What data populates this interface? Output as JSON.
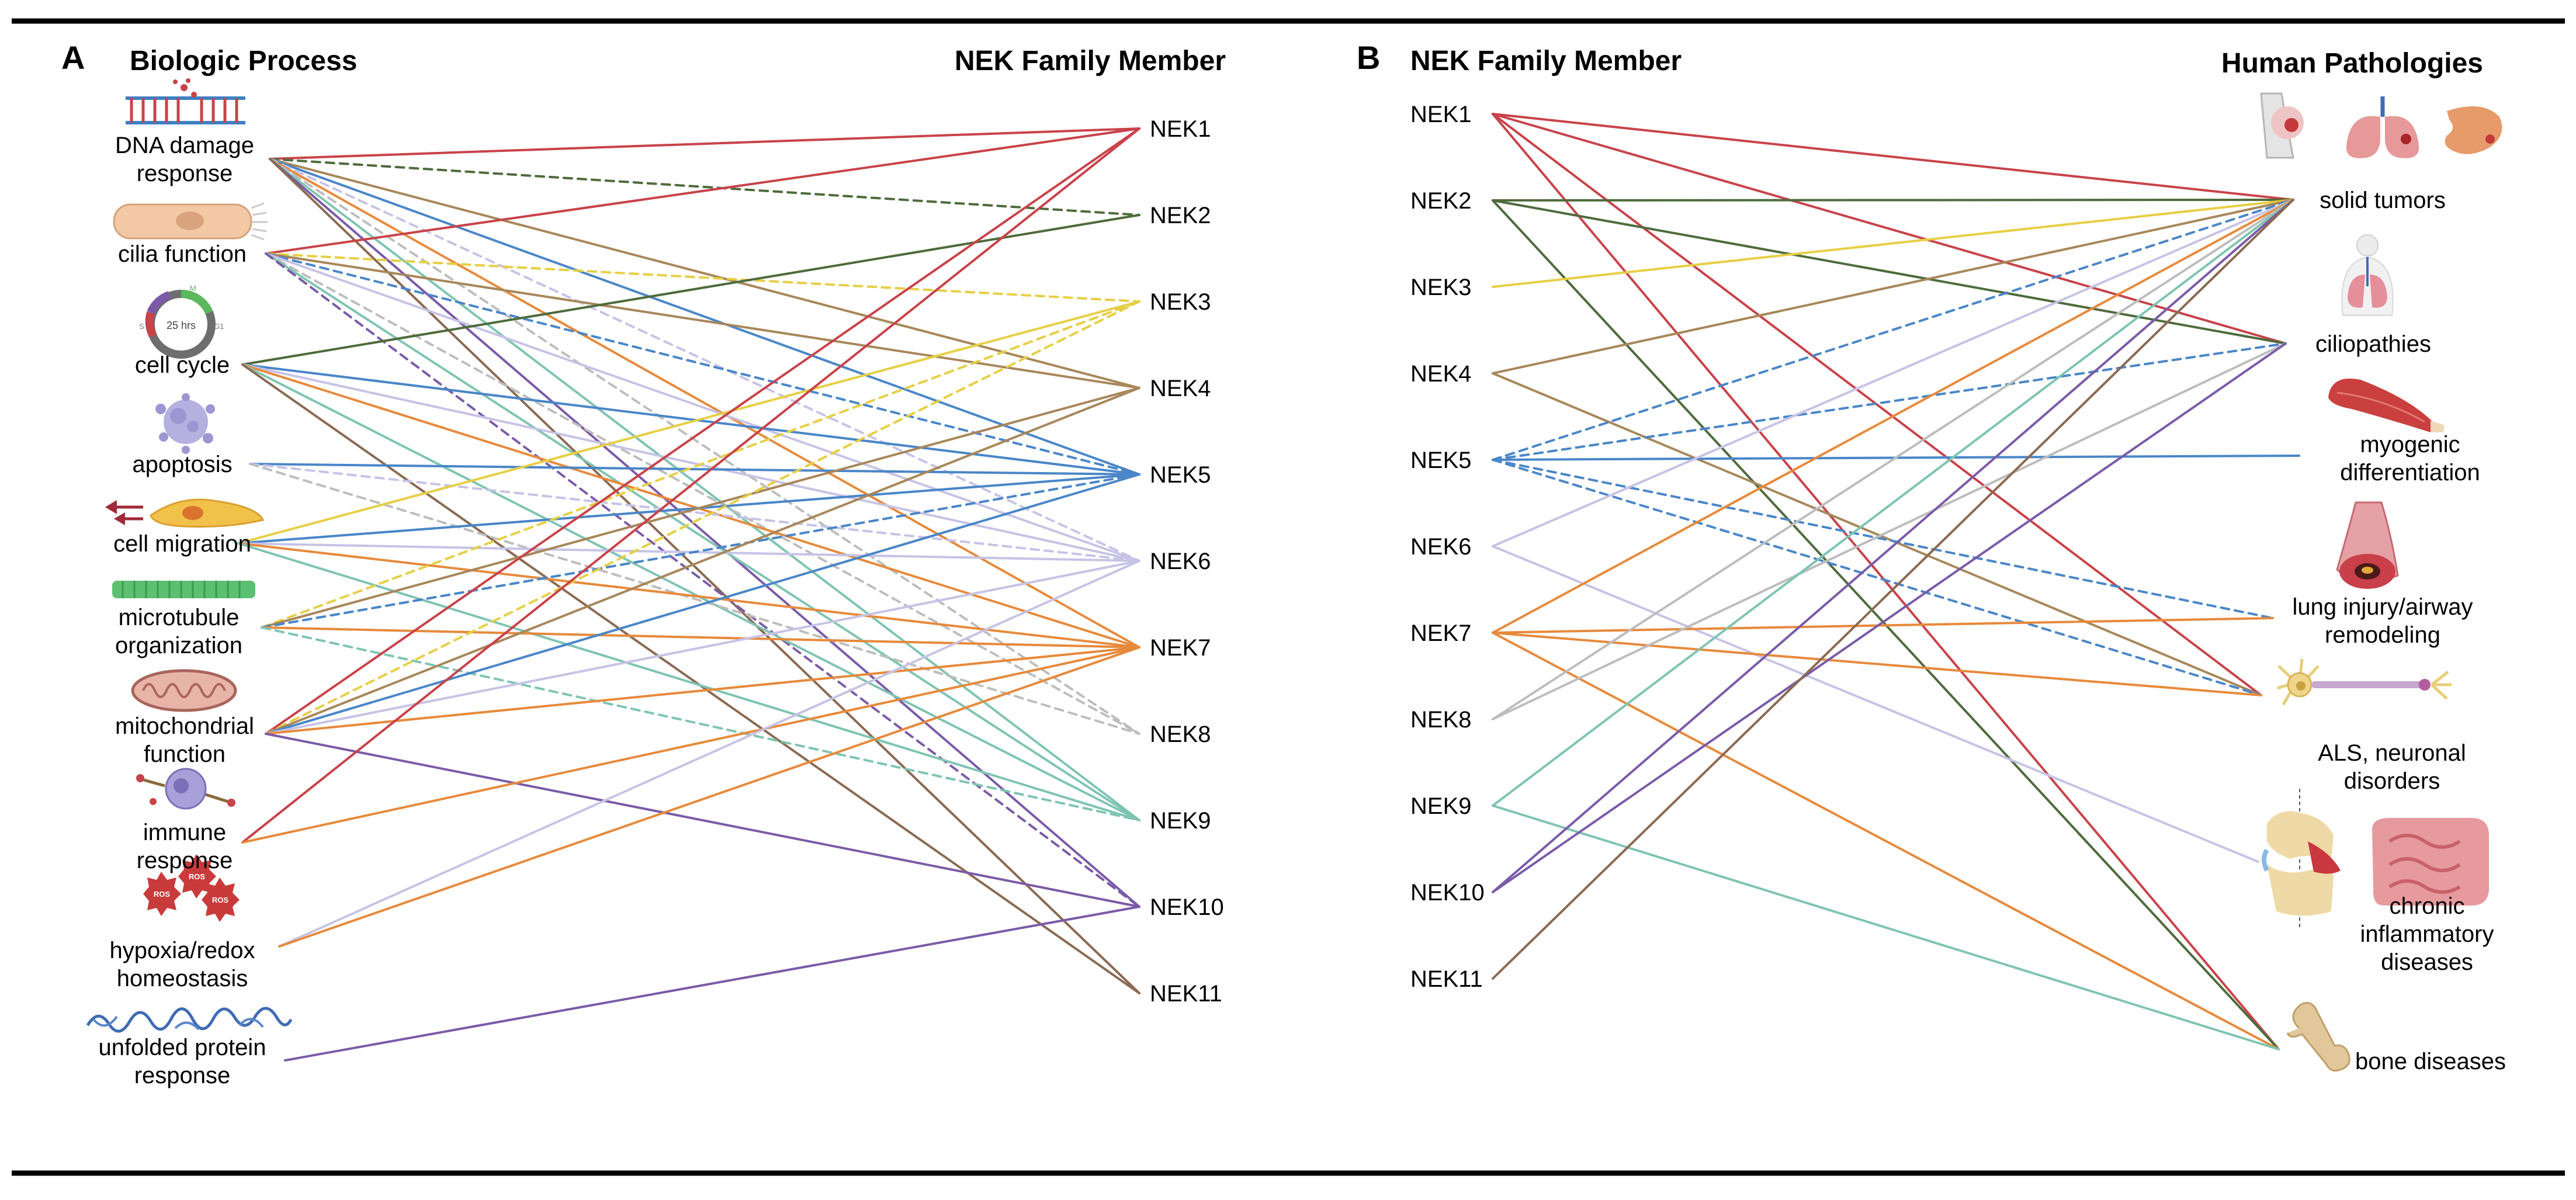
{
  "panels": {
    "a": {
      "letter": "A",
      "left_header": "Biologic Process",
      "right_header": "NEK Family Member",
      "processes": [
        {
          "id": "dna",
          "lines": [
            "DNA damage",
            "response"
          ],
          "icon": "dna-icon"
        },
        {
          "id": "cilia",
          "lines": [
            "cilia function"
          ],
          "icon": "ciliated-cell-icon"
        },
        {
          "id": "cycle",
          "lines": [
            "cell cycle"
          ],
          "icon": "cell-cycle-icon",
          "icon_text": "25 hrs",
          "phase_labels": [
            "M",
            "G1",
            "S"
          ]
        },
        {
          "id": "apop",
          "lines": [
            "apoptosis"
          ],
          "icon": "apoptotic-cell-icon"
        },
        {
          "id": "migr",
          "lines": [
            "cell migration"
          ],
          "icon": "migrating-cell-icon"
        },
        {
          "id": "micro",
          "lines": [
            "microtubule",
            "organization"
          ],
          "icon": "microtubule-icon"
        },
        {
          "id": "mito",
          "lines": [
            "mitochondrial",
            "function"
          ],
          "icon": "mitochondrion-icon"
        },
        {
          "id": "immune",
          "lines": [
            "immune",
            "response"
          ],
          "icon": "immune-cell-icon"
        },
        {
          "id": "hypoxia",
          "lines": [
            "hypoxia/redox",
            "homeostasis"
          ],
          "icon": "ros-icon",
          "icon_text": "ROS"
        },
        {
          "id": "upr",
          "lines": [
            "unfolded protein",
            "response"
          ],
          "icon": "unfolded-protein-icon"
        }
      ],
      "neks": [
        "NEK1",
        "NEK2",
        "NEK3",
        "NEK4",
        "NEK5",
        "NEK6",
        "NEK7",
        "NEK8",
        "NEK9",
        "NEK10",
        "NEK11"
      ]
    },
    "b": {
      "letter": "B",
      "left_header": "NEK Family Member",
      "right_header": "Human Pathologies",
      "neks": [
        "NEK1",
        "NEK2",
        "NEK3",
        "NEK4",
        "NEK5",
        "NEK6",
        "NEK7",
        "NEK8",
        "NEK9",
        "NEK10",
        "NEK11"
      ],
      "pathologies": [
        {
          "id": "solid",
          "lines": [
            "solid tumors"
          ],
          "icon": "breast-lung-stomach-icon"
        },
        {
          "id": "cilio",
          "lines": [
            "ciliopathies"
          ],
          "icon": "respiratory-system-icon"
        },
        {
          "id": "myo",
          "lines": [
            "myogenic",
            "differentiation"
          ],
          "icon": "muscle-icon"
        },
        {
          "id": "lung",
          "lines": [
            "lung injury/airway",
            "remodeling"
          ],
          "icon": "airway-icon"
        },
        {
          "id": "als",
          "lines": [
            "ALS, neuronal",
            "disorders"
          ],
          "icon": "neuron-icon"
        },
        {
          "id": "chronic",
          "lines": [
            "chronic",
            "inflammatory",
            "diseases"
          ],
          "icon": "joint-intestine-icon"
        },
        {
          "id": "bone",
          "lines": [
            "bone diseases"
          ],
          "icon": "bone-icon"
        }
      ]
    }
  },
  "nek_colors": {
    "NEK1": "#c8434a",
    "NEK2": "#4e6b3c",
    "NEK3": "#e6cf45",
    "NEK4": "#a8875a",
    "NEK5": "#4a86c8",
    "NEK6": "#c7c3e6",
    "NEK7": "#e68a3c",
    "NEK8": "#bdbdbd",
    "NEK9": "#7fc4b3",
    "NEK10": "#7b5ba8",
    "NEK11": "#8a6a52"
  },
  "connections_a": [
    {
      "from": "dna",
      "to": "NEK1",
      "dashed": false
    },
    {
      "from": "dna",
      "to": "NEK2",
      "dashed": true
    },
    {
      "from": "dna",
      "to": "NEK4",
      "dashed": false
    },
    {
      "from": "dna",
      "to": "NEK5",
      "dashed": false
    },
    {
      "from": "dna",
      "to": "NEK6",
      "dashed": true
    },
    {
      "from": "dna",
      "to": "NEK7",
      "dashed": false
    },
    {
      "from": "dna",
      "to": "NEK8",
      "dashed": true
    },
    {
      "from": "dna",
      "to": "NEK9",
      "dashed": false
    },
    {
      "from": "dna",
      "to": "NEK10",
      "dashed": false
    },
    {
      "from": "dna",
      "to": "NEK11",
      "dashed": false
    },
    {
      "from": "cilia",
      "to": "NEK1",
      "dashed": false
    },
    {
      "from": "cilia",
      "to": "NEK3",
      "dashed": true
    },
    {
      "from": "cilia",
      "to": "NEK4",
      "dashed": false
    },
    {
      "from": "cilia",
      "to": "NEK5",
      "dashed": true
    },
    {
      "from": "cilia",
      "to": "NEK6",
      "dashed": false
    },
    {
      "from": "cilia",
      "to": "NEK8",
      "dashed": true
    },
    {
      "from": "cilia",
      "to": "NEK9",
      "dashed": false
    },
    {
      "from": "cilia",
      "to": "NEK10",
      "dashed": true
    },
    {
      "from": "cycle",
      "to": "NEK2",
      "dashed": false
    },
    {
      "from": "cycle",
      "to": "NEK5",
      "dashed": false
    },
    {
      "from": "cycle",
      "to": "NEK6",
      "dashed": false
    },
    {
      "from": "cycle",
      "to": "NEK7",
      "dashed": false
    },
    {
      "from": "cycle",
      "to": "NEK9",
      "dashed": false
    },
    {
      "from": "cycle",
      "to": "NEK11",
      "dashed": false
    },
    {
      "from": "apop",
      "to": "NEK5",
      "dashed": false
    },
    {
      "from": "apop",
      "to": "NEK6",
      "dashed": true
    },
    {
      "from": "apop",
      "to": "NEK8",
      "dashed": true
    },
    {
      "from": "migr",
      "to": "NEK3",
      "dashed": false
    },
    {
      "from": "migr",
      "to": "NEK5",
      "dashed": false
    },
    {
      "from": "migr",
      "to": "NEK6",
      "dashed": false
    },
    {
      "from": "migr",
      "to": "NEK7",
      "dashed": false
    },
    {
      "from": "migr",
      "to": "NEK9",
      "dashed": false
    },
    {
      "from": "micro",
      "to": "NEK3",
      "dashed": true
    },
    {
      "from": "micro",
      "to": "NEK4",
      "dashed": false
    },
    {
      "from": "micro",
      "to": "NEK5",
      "dashed": true
    },
    {
      "from": "micro",
      "to": "NEK7",
      "dashed": false
    },
    {
      "from": "micro",
      "to": "NEK9",
      "dashed": true
    },
    {
      "from": "mito",
      "to": "NEK1",
      "dashed": false
    },
    {
      "from": "mito",
      "to": "NEK3",
      "dashed": true
    },
    {
      "from": "mito",
      "to": "NEK4",
      "dashed": false
    },
    {
      "from": "mito",
      "to": "NEK5",
      "dashed": false
    },
    {
      "from": "mito",
      "to": "NEK6",
      "dashed": false
    },
    {
      "from": "mito",
      "to": "NEK7",
      "dashed": false
    },
    {
      "from": "mito",
      "to": "NEK10",
      "dashed": false
    },
    {
      "from": "immune",
      "to": "NEK1",
      "dashed": false
    },
    {
      "from": "immune",
      "to": "NEK7",
      "dashed": false
    },
    {
      "from": "hypoxia",
      "to": "NEK6",
      "dashed": false
    },
    {
      "from": "hypoxia",
      "to": "NEK7",
      "dashed": false
    },
    {
      "from": "upr",
      "to": "NEK10",
      "dashed": false
    }
  ],
  "connections_b": [
    {
      "from": "NEK1",
      "to": "solid",
      "dashed": false
    },
    {
      "from": "NEK1",
      "to": "cilio",
      "dashed": false
    },
    {
      "from": "NEK1",
      "to": "als",
      "dashed": false
    },
    {
      "from": "NEK1",
      "to": "bone",
      "dashed": false
    },
    {
      "from": "NEK2",
      "to": "solid",
      "dashed": false
    },
    {
      "from": "NEK2",
      "to": "cilio",
      "dashed": false
    },
    {
      "from": "NEK2",
      "to": "bone",
      "dashed": false
    },
    {
      "from": "NEK3",
      "to": "solid",
      "dashed": false
    },
    {
      "from": "NEK4",
      "to": "solid",
      "dashed": false
    },
    {
      "from": "NEK4",
      "to": "als",
      "dashed": false
    },
    {
      "from": "NEK5",
      "to": "solid",
      "dashed": true
    },
    {
      "from": "NEK5",
      "to": "cilio",
      "dashed": true
    },
    {
      "from": "NEK5",
      "to": "myo",
      "dashed": false
    },
    {
      "from": "NEK5",
      "to": "lung",
      "dashed": true
    },
    {
      "from": "NEK5",
      "to": "als",
      "dashed": true
    },
    {
      "from": "NEK6",
      "to": "solid",
      "dashed": false
    },
    {
      "from": "NEK6",
      "to": "chronic",
      "dashed": false
    },
    {
      "from": "NEK7",
      "to": "solid",
      "dashed": false
    },
    {
      "from": "NEK7",
      "to": "lung",
      "dashed": false
    },
    {
      "from": "NEK7",
      "to": "als",
      "dashed": false
    },
    {
      "from": "NEK7",
      "to": "bone",
      "dashed": false
    },
    {
      "from": "NEK8",
      "to": "solid",
      "dashed": false
    },
    {
      "from": "NEK8",
      "to": "cilio",
      "dashed": false
    },
    {
      "from": "NEK9",
      "to": "solid",
      "dashed": false
    },
    {
      "from": "NEK9",
      "to": "bone",
      "dashed": false
    },
    {
      "from": "NEK10",
      "to": "solid",
      "dashed": false
    },
    {
      "from": "NEK10",
      "to": "cilio",
      "dashed": false
    },
    {
      "from": "NEK11",
      "to": "solid",
      "dashed": false
    }
  ]
}
